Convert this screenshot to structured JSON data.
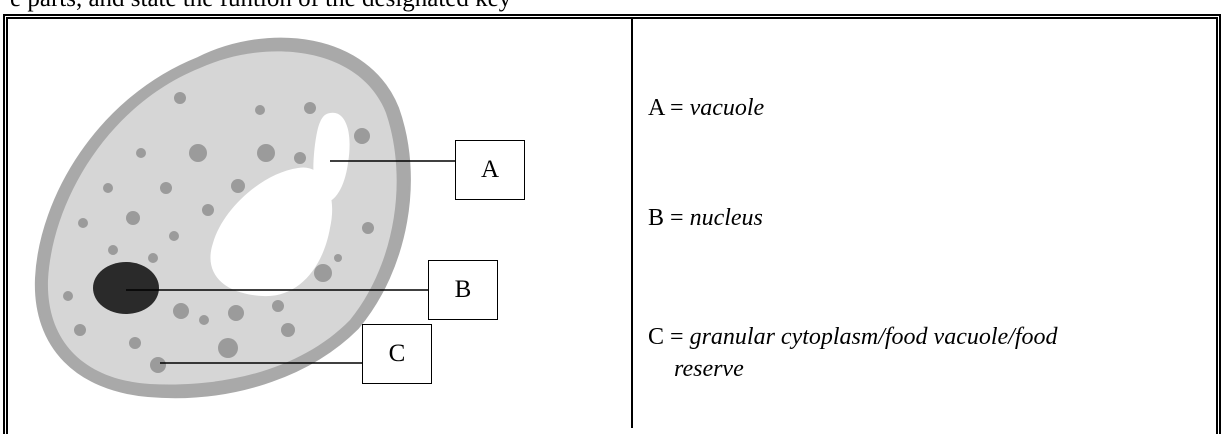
{
  "header_text": "e parts, and state the funtion of the designated key",
  "labels": {
    "a": "A",
    "b": "B",
    "c": "C"
  },
  "key": [
    {
      "letter": "A",
      "equals": " = ",
      "term": "vacuole"
    },
    {
      "letter": "B",
      "equals": " = ",
      "term": "nucleus"
    },
    {
      "letter": "C",
      "equals": " = ",
      "term_line1": "granular cytoplasm/food vacuole/food",
      "term_line2": "reserve"
    }
  ],
  "colors": {
    "cell_fill": "#d6d6d6",
    "cell_membrane": "#a9a9a9",
    "granule": "#9b9b9b",
    "nucleus": "#2a2a2a",
    "vacuole": "#ffffff"
  }
}
